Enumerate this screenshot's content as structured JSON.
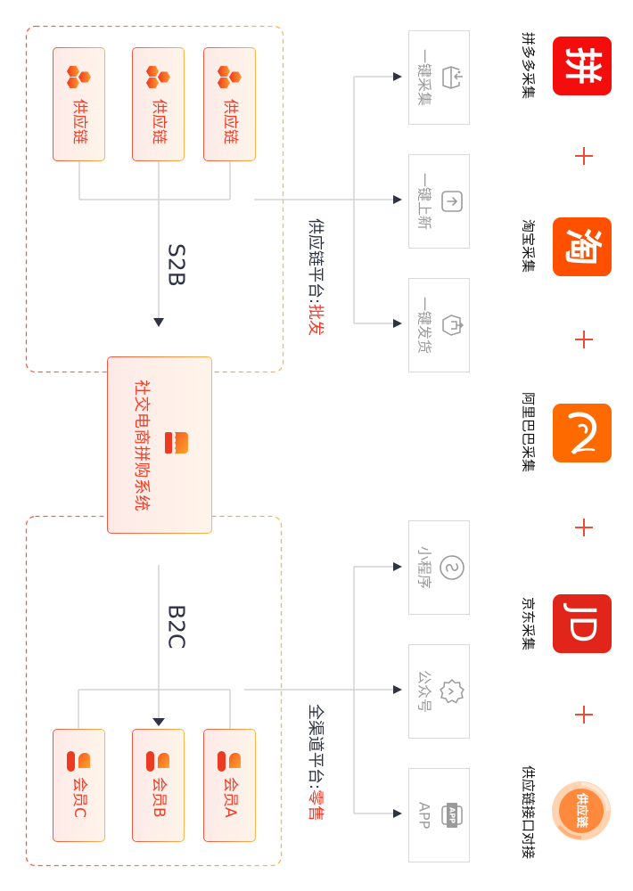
{
  "supply_chain_section": {
    "flow_label": "S2B",
    "suppliers": [
      {
        "label": "供应链",
        "icon": "hexagon-cluster-icon"
      },
      {
        "label": "供应链",
        "icon": "hexagon-cluster-icon"
      },
      {
        "label": "供应链",
        "icon": "hexagon-cluster-icon"
      }
    ]
  },
  "core_system": {
    "label": "社交电商拼购系统",
    "icon": "shop-icon"
  },
  "member_section": {
    "flow_label": "B2C",
    "members": [
      {
        "label": "会员C",
        "icon": "user-icon"
      },
      {
        "label": "会员B",
        "icon": "user-icon"
      },
      {
        "label": "会员A",
        "icon": "user-icon"
      }
    ]
  },
  "wholesale_platform": {
    "label_prefix": "供应链平台:",
    "label_highlight": "批发",
    "features": [
      {
        "label": "一键采集",
        "icon": "box-import-icon"
      },
      {
        "label": "一键上新",
        "icon": "arrow-box-icon"
      },
      {
        "label": "一键发货",
        "icon": "package-send-icon"
      }
    ]
  },
  "retail_platform": {
    "label_prefix": "全渠道平台:",
    "label_highlight": "零售",
    "features": [
      {
        "label": "小程序",
        "icon": "mini-program-icon"
      },
      {
        "label": "公众号",
        "icon": "official-account-icon"
      },
      {
        "label": "APP",
        "icon": "app-icon",
        "icon_text": "APP"
      }
    ]
  },
  "sources": [
    {
      "label": "拼多多采集",
      "logo": "pinduoduo-logo",
      "logo_text": "拼",
      "color": "#F40D0D"
    },
    {
      "label": "淘宝采集",
      "logo": "taobao-logo",
      "logo_text": "淘",
      "color": "#FF5000"
    },
    {
      "label": "阿里巴巴采集",
      "logo": "alibaba-logo",
      "logo_text": "",
      "color": "#FF6A00"
    },
    {
      "label": "京东采集",
      "logo": "jd-logo",
      "logo_text": "JD",
      "color": "#E1251B"
    },
    {
      "label": "供应链接口对接",
      "logo": "supply-chain-api-logo",
      "logo_text": "供应链",
      "color": "#FF8A3D"
    }
  ],
  "connector_icon": "plus-icon",
  "colors": {
    "accent_red": "#F03A28",
    "accent_orange": "#FFB54E",
    "line": "#D3D3D3",
    "arrow": "#2F3346",
    "text_dark": "#2E3344",
    "feature_text": "#9A9A9A"
  }
}
